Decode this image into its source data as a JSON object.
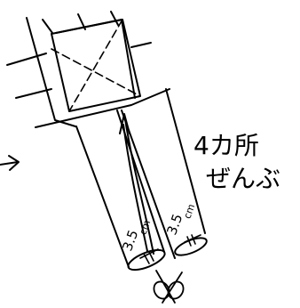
{
  "sketch": {
    "annotation_line1": "4カ所",
    "annotation_line2": "ぜんぶ",
    "measure_left_value": "3.5",
    "measure_left_unit": "cm",
    "measure_right_value": "3.5",
    "measure_right_unit": "cm",
    "ink_color": "#000000",
    "paper_color": "#ffffff"
  }
}
